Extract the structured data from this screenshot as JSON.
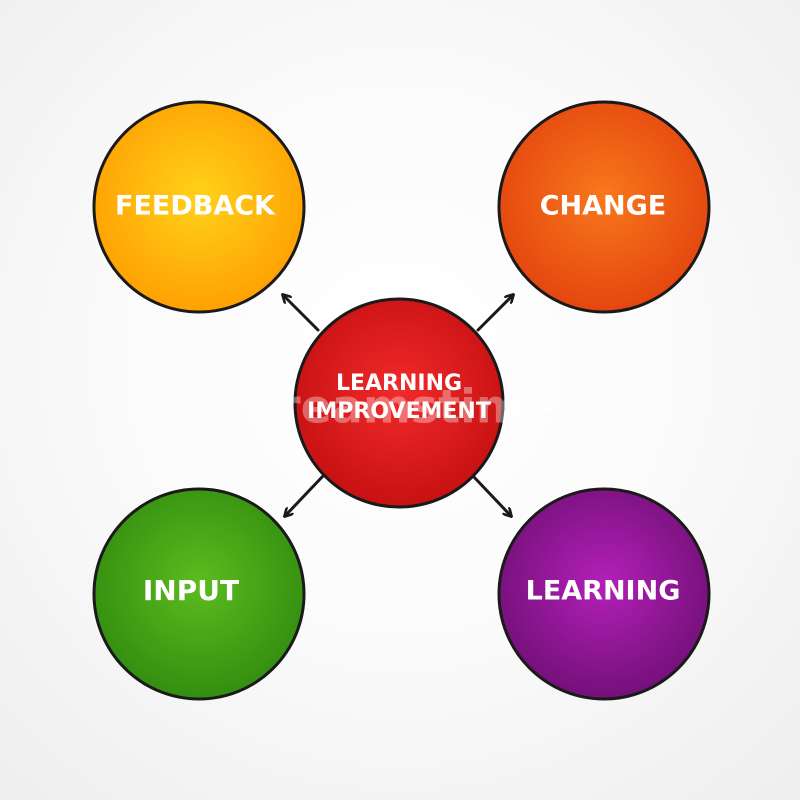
{
  "diagram": {
    "center": {
      "line1": "LEARNING",
      "line2": "IMPROVEMENT",
      "color": "#e01a1a"
    },
    "nodes": [
      {
        "label": "FEEDBACK",
        "color": "#ffb000"
      },
      {
        "label": "CHANGE",
        "color": "#f05a12"
      },
      {
        "label": "INPUT",
        "color": "#3c9a14"
      },
      {
        "label": "LEARNING",
        "color": "#8a1690"
      }
    ],
    "outline_color": "#1a1a1a"
  },
  "watermark": {
    "text": "dreamstime"
  }
}
